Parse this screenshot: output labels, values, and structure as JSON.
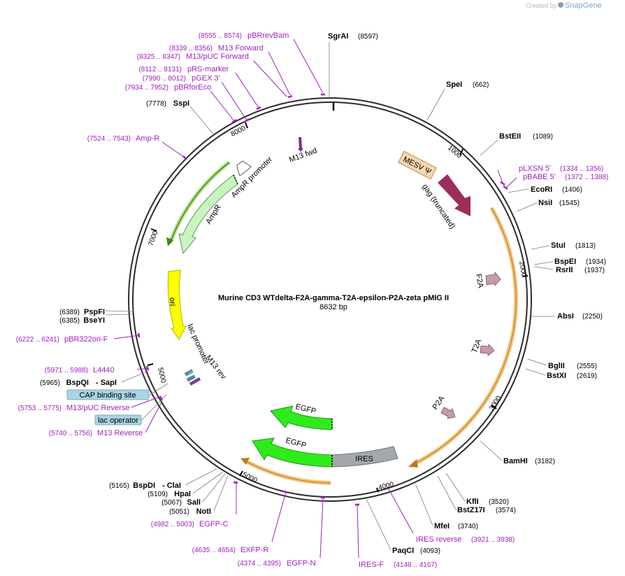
{
  "credit": {
    "prefix": "Created by",
    "brand": "SnapGene"
  },
  "plasmid": {
    "name": "Murine CD3 WTdelta-F2A-gamma-T2A-epsilon-P2A-zeta pMIG II",
    "length": "8632 bp"
  },
  "ticks": [
    "1000",
    "2000",
    "3000",
    "4000",
    "5000",
    "7000",
    "8000"
  ],
  "enzymes": [
    {
      "name": "SgrAI",
      "pos": "(8597)"
    },
    {
      "name": "SpeI",
      "pos": "(662)"
    },
    {
      "name": "BstEII",
      "pos": "(1089)"
    },
    {
      "name": "EcoRI",
      "pos": "(1406)"
    },
    {
      "name": "NsiI",
      "pos": "(1545)"
    },
    {
      "name": "StuI",
      "pos": "(1813)"
    },
    {
      "name": "BspEI",
      "pos": "(1934)"
    },
    {
      "name": "RsrII",
      "pos": "(1937)"
    },
    {
      "name": "AbsI",
      "pos": "(2250)"
    },
    {
      "name": "BglII",
      "pos": "(2555)"
    },
    {
      "name": "BstXI",
      "pos": "(2619)"
    },
    {
      "name": "BamHI",
      "pos": "(3182)"
    },
    {
      "name": "KflI",
      "pos": "(3520)"
    },
    {
      "name": "BstZ17I",
      "pos": "(3574)"
    },
    {
      "name": "MfeI",
      "pos": "(3740)"
    },
    {
      "name": "PaqCI",
      "pos": "(4093)"
    },
    {
      "name": "NotI",
      "pos": "(5051)"
    },
    {
      "name": "SalI",
      "pos": "(5067)"
    },
    {
      "name": "HpaI",
      "pos": "(5109)"
    },
    {
      "name": "BspDI",
      "pos": "(5165)",
      "extra": "- ClaI"
    },
    {
      "name": "BspQI",
      "pos": "(5965)",
      "extra": "- SapI"
    },
    {
      "name": "BseYI",
      "pos": "(6385)"
    },
    {
      "name": "PspFI",
      "pos": "(6389)"
    },
    {
      "name": "SspI",
      "pos": "(7778)"
    }
  ],
  "primers": [
    {
      "name": "pBRrevBam",
      "pos": "(8555 .. 8574)"
    },
    {
      "name": "M13 Forward",
      "pos": "(8339 .. 8356)"
    },
    {
      "name": "M13/pUC Forward",
      "pos": "(8325 .. 8347)"
    },
    {
      "name": "pRS-marker",
      "pos": "(8112 .. 8131)"
    },
    {
      "name": "pGEX 3'",
      "pos": "(7990 .. 8012)"
    },
    {
      "name": "pBRforEco",
      "pos": "(7934 .. 7952)"
    },
    {
      "name": "Amp-R",
      "pos": "(7524 .. 7543)"
    },
    {
      "name": "pLXSN 5'",
      "pos": "(1334 .. 1356)"
    },
    {
      "name": "pBABE 5'",
      "pos": "(1372 .. 1388)"
    },
    {
      "name": "pBR322ori-F",
      "pos": "(6222 .. 6241)"
    },
    {
      "name": "L4440",
      "pos": "(5971 .. 5988)"
    },
    {
      "name": "M13/pUC Reverse",
      "pos": "(5753 .. 5775)"
    },
    {
      "name": "M13 Reverse",
      "pos": "(5740 .. 5756)"
    },
    {
      "name": "EGFP-C",
      "pos": "(4982 .. 5003)"
    },
    {
      "name": "EXFP-R",
      "pos": "(4635 .. 4654)"
    },
    {
      "name": "EGFP-N",
      "pos": "(4374 .. 4395)"
    },
    {
      "name": "IRES-F",
      "pos": "(4148 .. 4167)"
    },
    {
      "name": "IRES reverse",
      "pos": "(3921 .. 3938)"
    }
  ],
  "boxed": {
    "cap": "CAP binding site",
    "lacop": "lac operator"
  },
  "features": {
    "m13fwd": "M13 fwd",
    "mesv": "MESV Ψ",
    "gag": "gag (truncated)",
    "f2a": "F2A",
    "t2a": "T2A",
    "p2a": "P2A",
    "ires": "IRES",
    "egfp1": "EGFP",
    "egfp2": "EGFP",
    "ampr": "AmpR",
    "amprprom": "AmpR promoter",
    "ori": "ori",
    "lacprom": "lac promoter",
    "m13rev": "M13 rev"
  },
  "colors": {
    "backbone": "#2b2b2b",
    "primer": "#a020c0",
    "mesv": "#f6d5b0",
    "gag": "#9b2d5b",
    "two_a": "#c49aac",
    "ires": "#a4a7ab",
    "egfp": "#2eeb1b",
    "ampr": "#c8f5c0",
    "ori": "#ffff00",
    "orange_orf": "#f2b45a",
    "green_orf": "#66b92a",
    "cap_box": "#a9d4e2"
  }
}
